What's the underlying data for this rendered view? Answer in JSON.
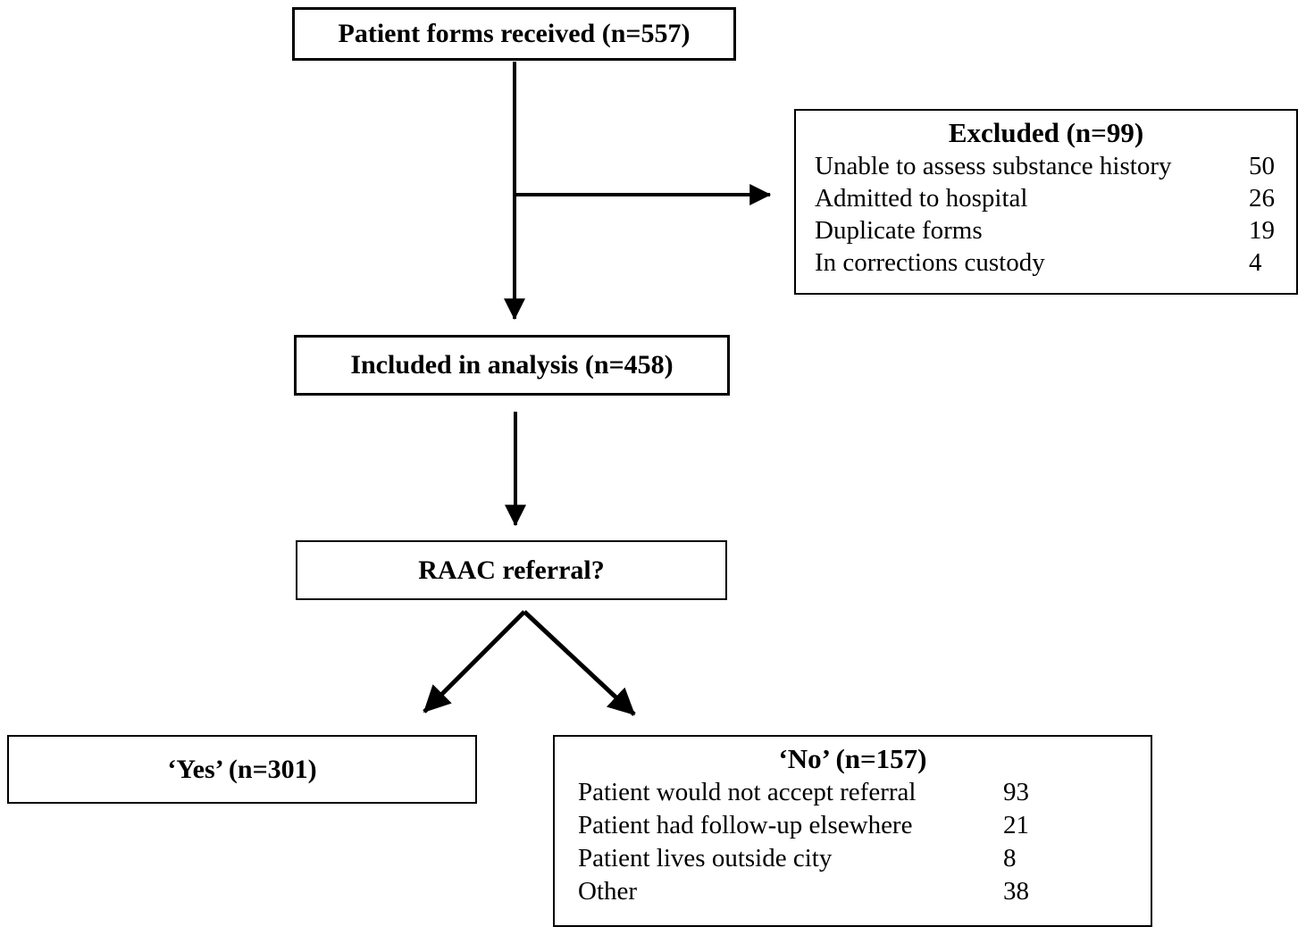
{
  "colors": {
    "ink": "#000000",
    "background": "#ffffff"
  },
  "flowchart": {
    "received": {
      "label": "Patient forms received (n=557)"
    },
    "excluded": {
      "title": "Excluded (n=99)",
      "items": [
        {
          "label": "Unable to assess substance history",
          "value": "50"
        },
        {
          "label": "Admitted to hospital",
          "value": "26"
        },
        {
          "label": "Duplicate forms",
          "value": "19"
        },
        {
          "label": "In corrections custody",
          "value": "4"
        }
      ]
    },
    "included": {
      "label": "Included in analysis (n=458)"
    },
    "raac": {
      "label": "RAAC referral?"
    },
    "yes": {
      "label": "‘Yes’ (n=301)"
    },
    "no": {
      "title": "‘No’ (n=157)",
      "items": [
        {
          "label": "Patient would not accept referral",
          "value": "93"
        },
        {
          "label": "Patient had follow-up elsewhere",
          "value": "21"
        },
        {
          "label": "Patient lives outside city",
          "value": "8"
        },
        {
          "label": "Other",
          "value": "38"
        }
      ]
    }
  }
}
